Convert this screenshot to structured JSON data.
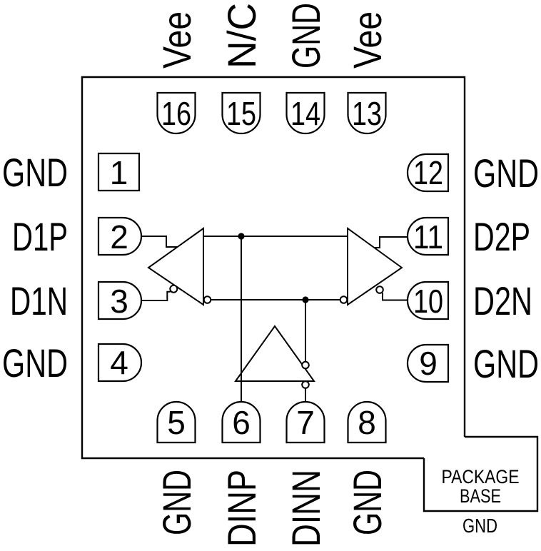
{
  "diagram": {
    "description": "IC package pinout, 16-pin, top view",
    "colors": {
      "background": "#ffffff",
      "line": "#000000"
    },
    "pins": {
      "top": [
        {
          "number": "16",
          "label": "Vee"
        },
        {
          "number": "15",
          "label": "N/C"
        },
        {
          "number": "14",
          "label": "GND"
        },
        {
          "number": "13",
          "label": "Vee"
        }
      ],
      "left": [
        {
          "number": "1",
          "label": "GND"
        },
        {
          "number": "2",
          "label": "D1P"
        },
        {
          "number": "3",
          "label": "D1N"
        },
        {
          "number": "4",
          "label": "GND"
        }
      ],
      "right": [
        {
          "number": "12",
          "label": "GND"
        },
        {
          "number": "11",
          "label": "D2P"
        },
        {
          "number": "10",
          "label": "D2N"
        },
        {
          "number": "9",
          "label": "GND"
        }
      ],
      "bottom": [
        {
          "number": "5",
          "label": "GND"
        },
        {
          "number": "6",
          "label": "DINP"
        },
        {
          "number": "7",
          "label": "DINN"
        },
        {
          "number": "8",
          "label": "GND"
        }
      ]
    },
    "package_base": {
      "title_line1": "PACKAGE",
      "title_line2": "BASE",
      "ground": "GND"
    }
  }
}
